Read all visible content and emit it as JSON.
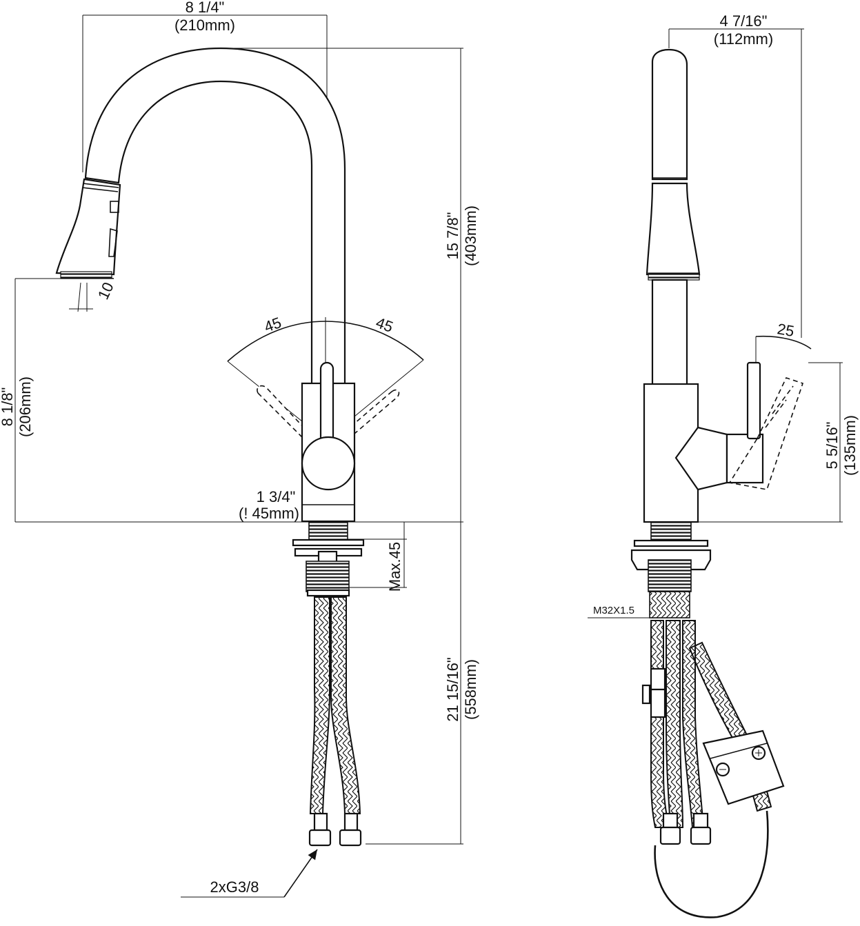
{
  "front_view": {
    "spout_reach": {
      "inch": "8 1/4\"",
      "mm": "(210mm)"
    },
    "total_height": {
      "inch": "15 7/8\"",
      "mm": "(403mm)"
    },
    "spray_angle": "10",
    "outlet_height": {
      "inch": "8 1/8\"",
      "mm": "(206mm)"
    },
    "lever_angle_left": "45",
    "lever_angle_right": "45",
    "base_diameter": {
      "inch": "1 3/4\"",
      "mm": "(! 45mm)"
    },
    "max_deck_thickness": "Max.45",
    "hose_length": {
      "inch": "21 15/16\"",
      "mm": "(558mm)"
    },
    "connection": "2xG3/8"
  },
  "side_view": {
    "depth": {
      "inch": "4 7/16\"",
      "mm": "(112mm)"
    },
    "lever_angle": "25",
    "lever_height": {
      "inch": "5 5/16\"",
      "mm": "(135mm)"
    },
    "thread": "M32X1.5"
  }
}
